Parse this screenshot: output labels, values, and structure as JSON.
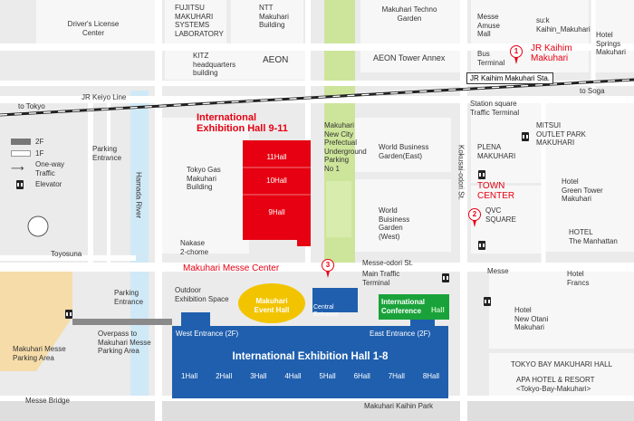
{
  "title": "Makuhari Messe Center",
  "exhibitions": {
    "hall_9_11_title": "International\nExhibition Hall 9-11",
    "hall_9": "9Hall",
    "hall_10": "10Hall",
    "hall_11": "11Hall",
    "hall_1_8_title": "International Exhibition Hall 1-8",
    "halls_1_8": [
      "1Hall",
      "2Hall",
      "3Hall",
      "4Hall",
      "5Hall",
      "6Hall",
      "7Hall",
      "8Hall"
    ],
    "event_hall": "Makuhari\nEvent Hall",
    "conference_hall_a": "International\nConference",
    "conference_hall_b": "Hall",
    "west_entrance": "West Entrance (2F)",
    "east_entrance": "East Entrance (2F)",
    "central_entrance": "Central\nEntrance",
    "main_traffic_terminal": "Main Traffic\nTerminal",
    "outdoor_space": "Outdoor\nExhibition Space"
  },
  "places": {
    "drivers_license": "Driver's License\nCenter",
    "fujitsu": "FUJITSU\nMAKUHARI\nSYSTEMS\nLABORATORY",
    "ntt": "NTT\nMakuhari\nBuilding",
    "techno_garden": "Makuhari Techno\nGarden",
    "messe_amuse": "Messe\nAmuse\nMall",
    "suk": "su:k\nKaihin_Makuhari",
    "springs": "Hotel\nSprings\nMakuhari",
    "kitz": "KITZ\nheadquarters\nbuilding",
    "aeon": "AEON",
    "aeon_annex": "AEON Tower Annex",
    "bus_terminal": "Bus\nTerminal",
    "jr_kaihim_makuhari": "JR Kaihim\nMakuhari",
    "station_square": "Station square\nTraffic Terminal",
    "mitsui": "MITSUI\nOUTLET PARK\nMAKUHARI",
    "plena": "PLENA\nMAKUHARI",
    "new_city_parking": "Makuhari\nNew City\nPrefectual\nUnderground\nParking\nNo 1",
    "wbg_east": "World Business\nGarden(East)",
    "wbg_west": "World\nBuisiness\nGarden\n(West)",
    "tokyo_gas": "Tokyo Gas\nMakuhari\nBuilding",
    "town_center": "TOWN\nCENTER",
    "qvc": "QVC\nSQUARE",
    "green_tower": "Hotel\nGreen Tower\nMakuhari",
    "manhattan": "HOTEL\nThe Manhattan",
    "nakase": "Nakase\n2-chome",
    "hotel_francs": "Hotel\nFrancs",
    "new_otani": "Hotel\nNew Otani\nMakuhari",
    "tokyo_bay_hall": "TOKYO BAY MAKUHARI HALL",
    "apa": "APA HOTEL & RESORT\n<Tokyo-Bay-Makuhari>",
    "messe_parking": "Makuhari Messe\nParking Area",
    "parking_entrance_top": "Parking\nEntrance",
    "parking_entrance_bottom": "Parking\nEntrance",
    "overpass": "Overpass to\nMakuhari Messe\nParking Area",
    "messe_bridge": "Messe Bridge",
    "kaihin_park": "Makuhari Kaihin Park",
    "messe_label": "Messe",
    "toyosuna": "Toyosuna",
    "hamada_river": "Hamada River"
  },
  "roads": {
    "jr_keiyo": "JR Keiyo Line",
    "to_tokyo": "to Tokyo",
    "to_soga": "to Soga",
    "station": "JR Kaihim\nMakuhari Sta.",
    "messe_odori": "Messe-odori St.",
    "kokusai_odori": "Kokusai-odori St."
  },
  "pins": [
    "1",
    "2",
    "3"
  ],
  "legend": {
    "floor_2f": "2F",
    "floor_1f": "1F",
    "one_way": "One-way\nTraffic",
    "elevator": "Elevator"
  },
  "colors": {
    "hall_blue": "#1f5fae",
    "hall_red": "#e60012",
    "event_yellow": "#f2c400",
    "conference_green": "#1aa23a",
    "park_green": "#cde59a",
    "river": "#cfe9f7",
    "parking_orange": "#f6dca9"
  }
}
